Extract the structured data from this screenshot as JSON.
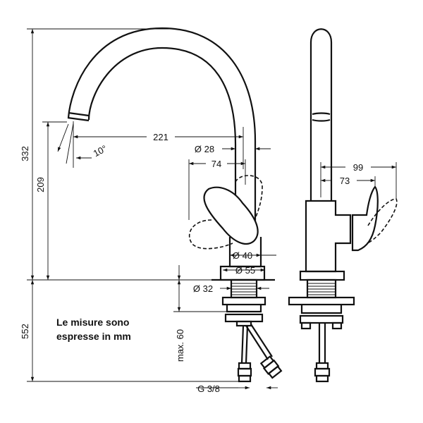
{
  "dimensions": {
    "total_height": "332",
    "spout_height": "209",
    "under_counter": "552",
    "reach": "221",
    "angle": "10°",
    "spout_dia": "Ø 28",
    "handle_reach": "74",
    "body_dia": "Ø 40",
    "base_dia": "Ø 55",
    "hole_dia": "Ø 32",
    "max_thickness": "max. 60",
    "thread": "G 3/8",
    "side_99": "99",
    "side_73": "73"
  },
  "note": {
    "line1": "Le misure sono",
    "line2": "espresse in mm"
  }
}
